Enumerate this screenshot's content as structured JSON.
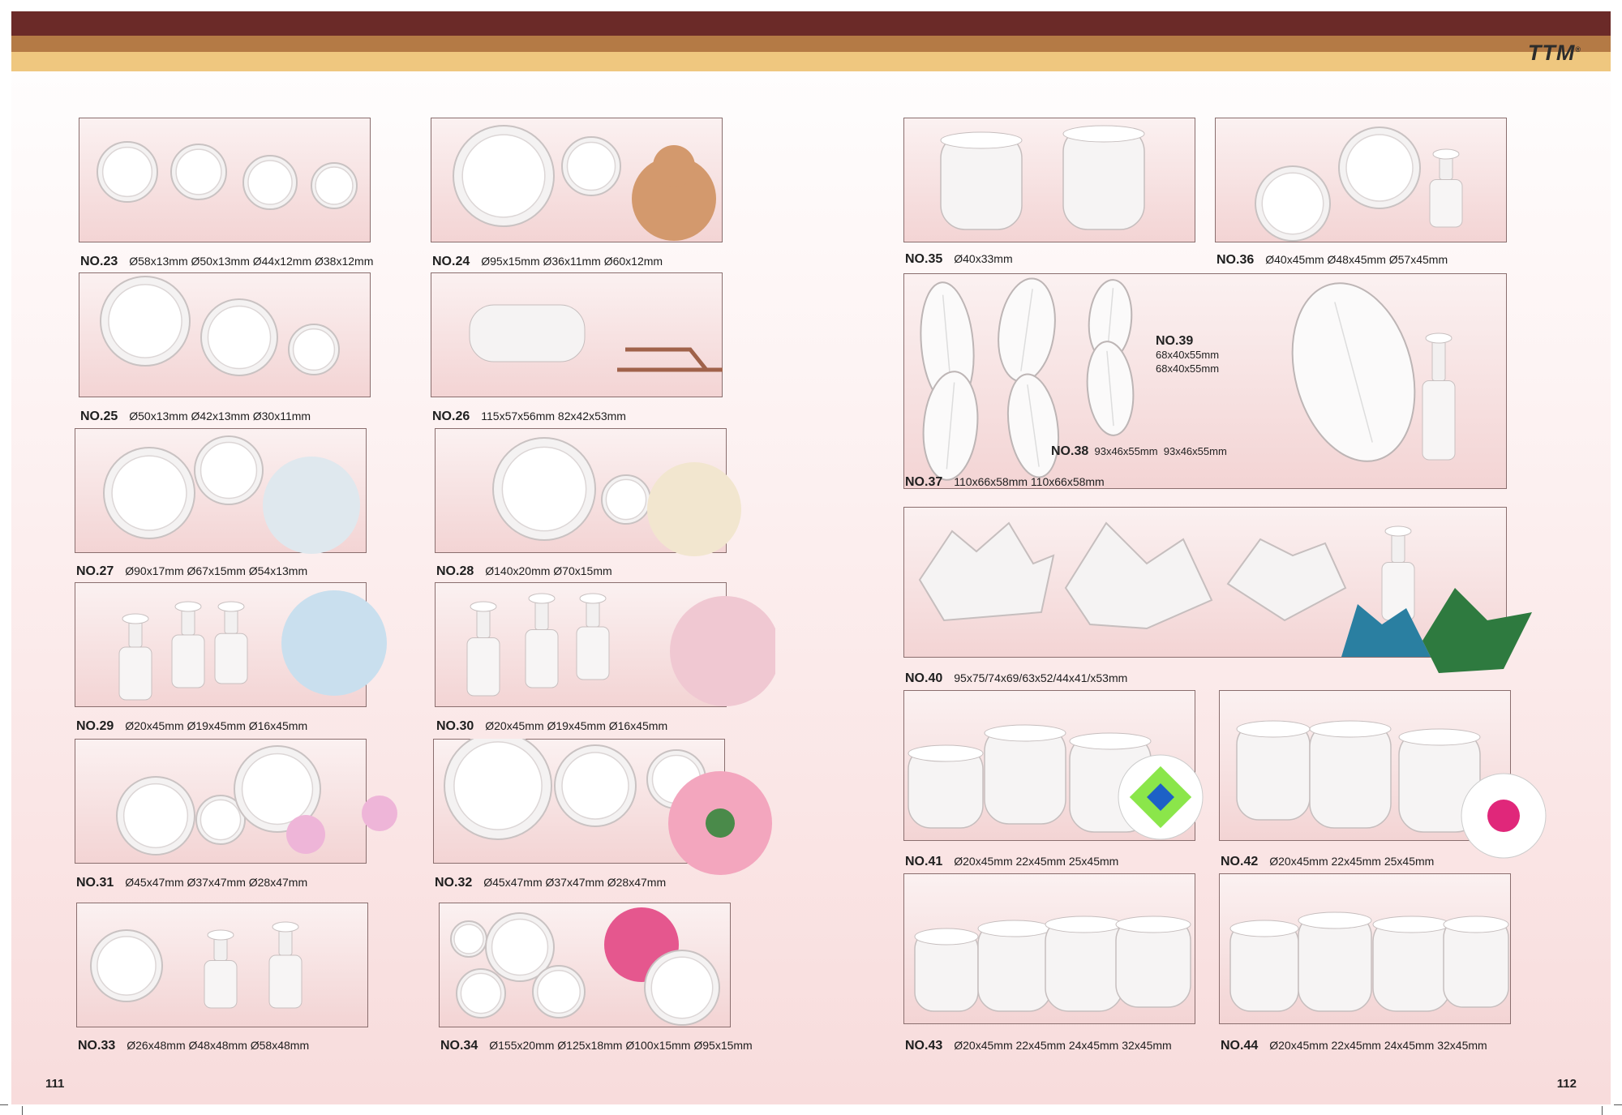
{
  "brand": "TTM",
  "page_numbers": {
    "left": "111",
    "right": "112"
  },
  "items": [
    {
      "no": "NO.23",
      "sizes": "Ø58x13mm  Ø50x13mm  Ø44x12mm  Ø38x12mm",
      "icon": "flower-cutter-set"
    },
    {
      "no": "NO.24",
      "sizes": "Ø95x15mm  Ø36x11mm  Ø60x12mm",
      "icon": "bear-cutter-set"
    },
    {
      "no": "NO.25",
      "sizes": "Ø50x13mm   Ø42x13mm   Ø30x11mm",
      "icon": "star-petal-cutter-set"
    },
    {
      "no": "NO.26",
      "sizes": "115x57x56mm    82x42x53mm",
      "icon": "sleigh-cutter-set"
    },
    {
      "no": "NO.27",
      "sizes": "Ø90x17mm  Ø67x15mm  Ø54x13mm",
      "icon": "rocking-horse-cutter-set"
    },
    {
      "no": "NO.28",
      "sizes": "Ø140x20mm  Ø70x15mm",
      "icon": "clown-cutter-set"
    },
    {
      "no": "NO.29",
      "sizes": "Ø20x45mm     Ø19x45mm     Ø16x45mm",
      "icon": "star-plunger-set"
    },
    {
      "no": "NO.30",
      "sizes": "Ø20x45mm     Ø19x45mm     Ø16x45mm",
      "icon": "heart-plunger-set"
    },
    {
      "no": "NO.31",
      "sizes": "Ø45x47mm  Ø37x47mm  Ø28x47mm",
      "icon": "butterfly-plunger-set"
    },
    {
      "no": "NO.32",
      "sizes": "Ø45x47mm    Ø37x47mm    Ø28x47mm",
      "icon": "daisy-plunger-set"
    },
    {
      "no": "NO.33",
      "sizes": "Ø26x48mm      Ø48x48mm      Ø58x48mm",
      "icon": "blossom-plunger-set"
    },
    {
      "no": "NO.34",
      "sizes": "Ø155x20mm  Ø125x18mm  Ø100x15mm  Ø95x15mm",
      "icon": "peony-cutter-set"
    },
    {
      "no": "NO.35",
      "sizes": "Ø40x33mm",
      "icon": "rose-plunger"
    },
    {
      "no": "NO.36",
      "sizes": "Ø40x45mm       Ø48x45mm       Ø57x45mm",
      "icon": "dove-plunger-set"
    },
    {
      "no": "NO.37",
      "sizes": "110x66x58mm  110x66x58mm",
      "icon": "leaf-plunger-set"
    },
    {
      "no": "NO.40",
      "sizes": "95x75/74x69/63x52/44x41/x53mm",
      "icon": "maple-leaf-plunger-set"
    },
    {
      "no": "NO.41",
      "sizes": "Ø20x45mm  22x45mm  25x45mm",
      "icon": "square-plunger-set"
    },
    {
      "no": "NO.42",
      "sizes": "Ø20x45mm  22x45mm  25x45mm",
      "icon": "round-plunger-set"
    },
    {
      "no": "NO.43",
      "sizes": "Ø20x45mm  22x45mm  24x45mm  32x45mm",
      "icon": "diamond-plunger-set"
    },
    {
      "no": "NO.44",
      "sizes": "Ø20x45mm  22x45mm  24x45mm  32x45mm",
      "icon": "oval-plunger-set"
    }
  ],
  "leaf_extra": {
    "no38": "NO.38",
    "no38_sizes": "93x46x55mm  93x46x55mm",
    "no39": "NO.39",
    "no39_sizes": "68x40x55mm\n68x40x55mm"
  }
}
